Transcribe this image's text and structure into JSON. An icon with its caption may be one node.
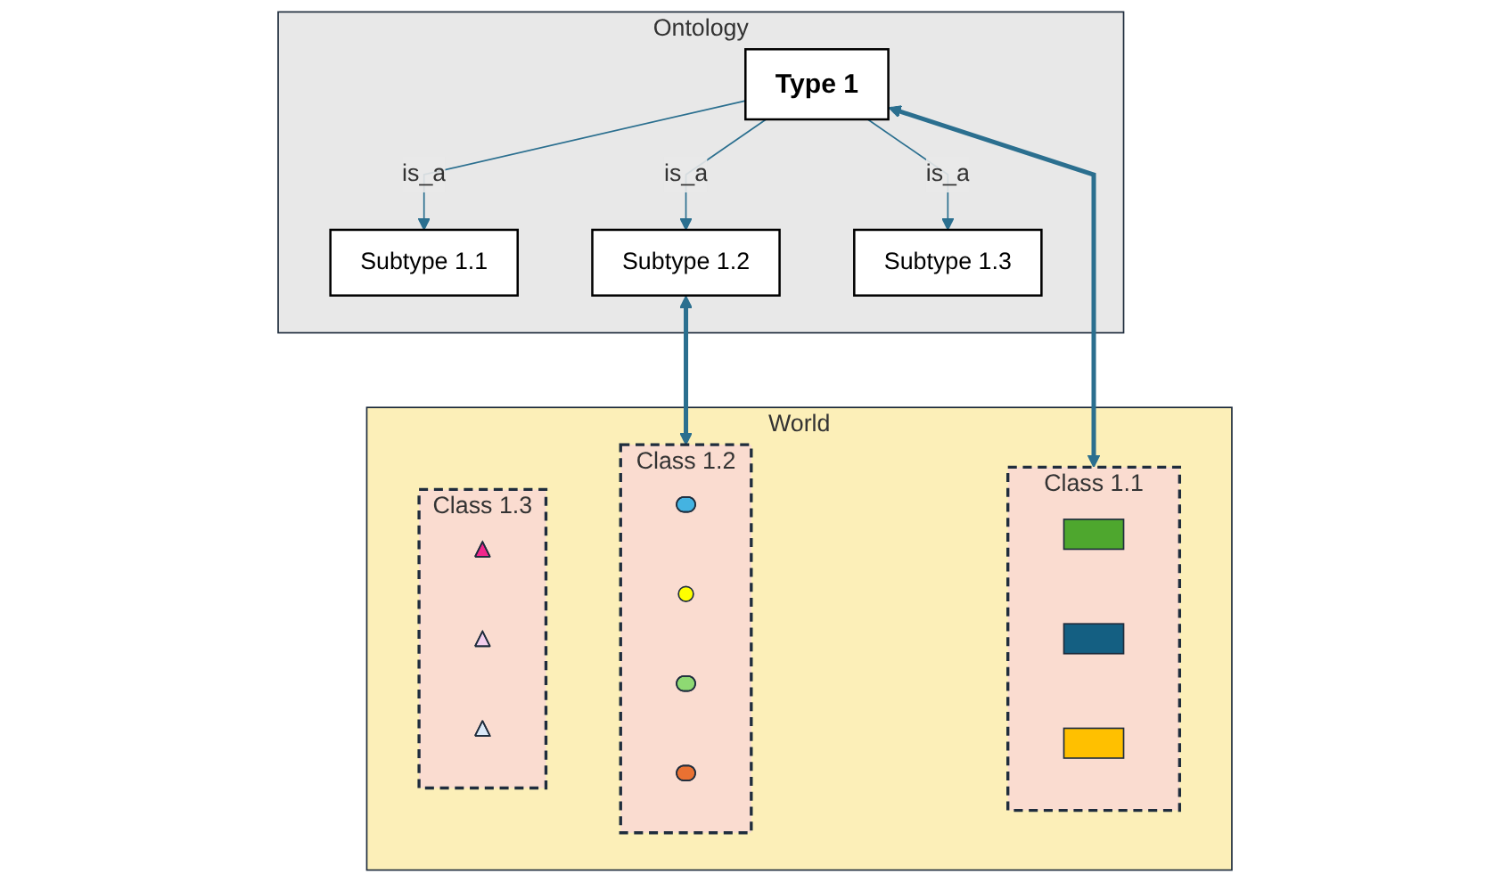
{
  "diagram": {
    "nodes": [
      {
        "text": [
          "Ontology"
        ]
      },
      {
        "text": [
          "Type 1"
        ],
        "in": 0
      },
      {
        "text": [
          "Subtype 1.1"
        ],
        "in": 0
      },
      {
        "text": [
          "Subtype 1.2"
        ],
        "in": 0
      },
      {
        "text": [
          "Subtype 1.3"
        ],
        "in": 0
      },
      {
        "text": [
          "World"
        ]
      },
      {
        "text": [
          "Class 1.1"
        ],
        "in": 5
      },
      {
        "text": [],
        "shape": "box",
        "in": 6
      },
      {
        "text": [],
        "shape": "box",
        "in": 6
      },
      {
        "text": [],
        "shape": "box",
        "in": 6
      },
      {
        "text": [
          "Class 1.2"
        ],
        "in": 5
      },
      {
        "text": [],
        "shape": "ellipse",
        "in": 10
      },
      {
        "text": [],
        "shape": "circle",
        "in": 10
      },
      {
        "text": [],
        "shape": "ellipse",
        "in": 10
      },
      {
        "text": [],
        "shape": "ellipse",
        "in": 10
      },
      {
        "text": [
          "Class 1.3"
        ],
        "in": 5
      },
      {
        "text": [],
        "shape": "triangle",
        "in": 15
      },
      {
        "text": [],
        "shape": "triangle",
        "in": 15
      },
      {
        "text": [],
        "shape": "triangle",
        "in": 15
      }
    ],
    "edges": [
      {
        "from": 1,
        "to": 2,
        "arrow": "to",
        "label": "is_a"
      },
      {
        "from": 1,
        "to": 3,
        "arrow": "to",
        "label": "is_a"
      },
      {
        "from": 1,
        "to": 4,
        "arrow": "to",
        "label": "is_a"
      },
      {
        "from": 1,
        "to": 6,
        "arrow": "both",
        "style": "thick"
      },
      {
        "from": 3,
        "to": 10,
        "arrow": "both",
        "style": "thick"
      }
    ]
  }
}
